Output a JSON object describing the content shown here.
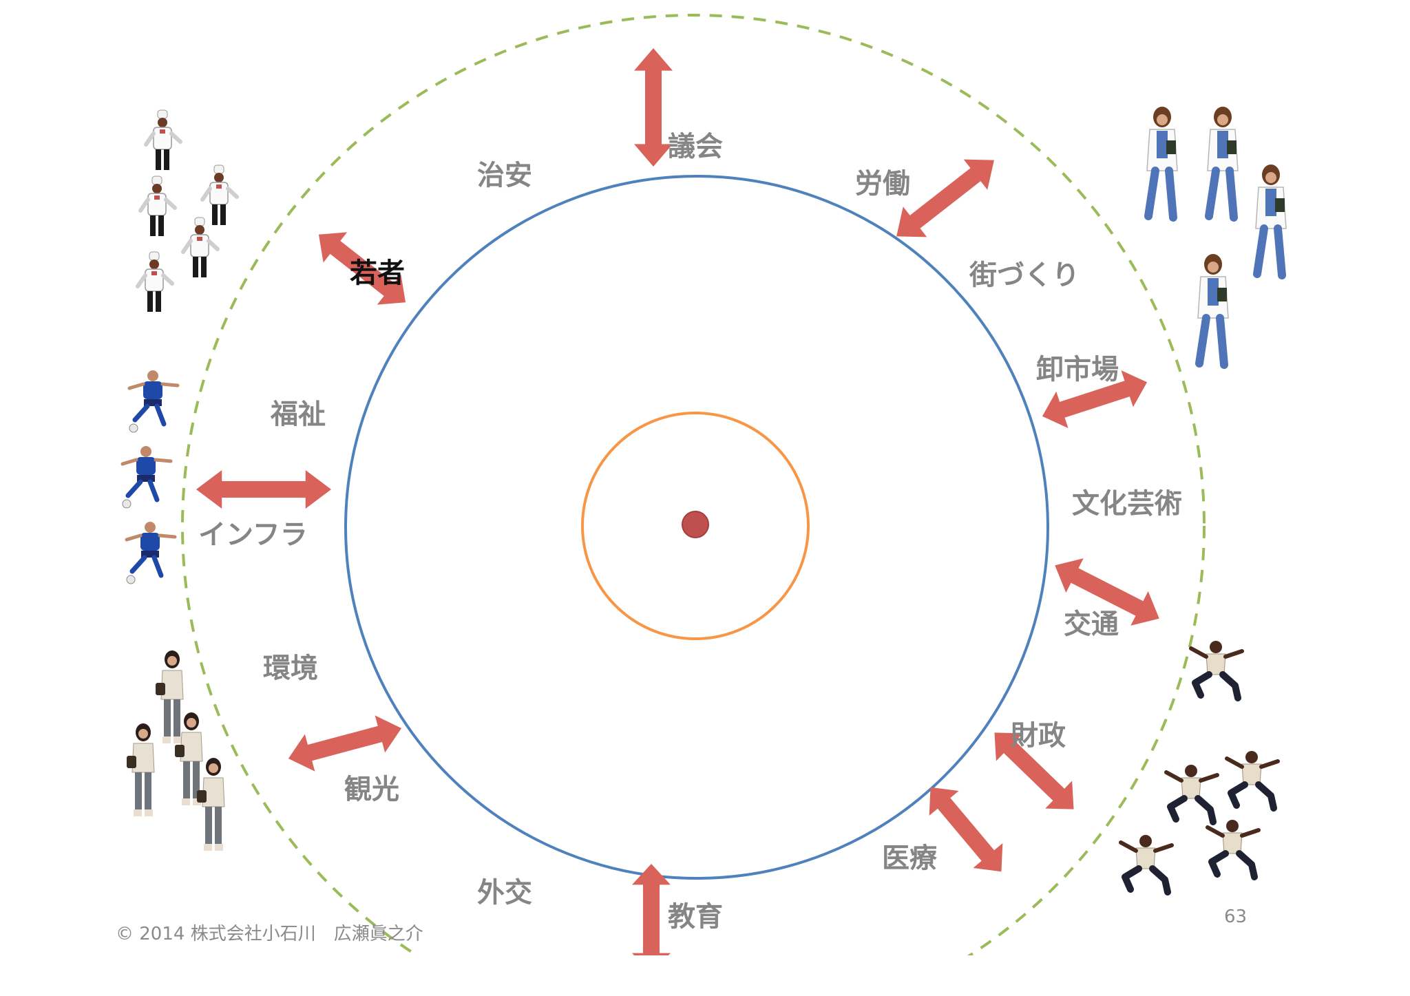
{
  "colors": {
    "outer_ring": "#9bbb59",
    "inner_ring": "#4f81bd",
    "core_ring": "#f79646",
    "center_dot": "#c0504d",
    "arrow": "#d9625a",
    "label": "#858585",
    "label_highlight": "#111111"
  },
  "labels": {
    "gikai": "議会",
    "roudou": "労働",
    "machizukuri": "街づくり",
    "oroshi": "卸市場",
    "bunka": "文化芸術",
    "koutsuu": "交通",
    "zaisei": "財政",
    "iryou": "医療",
    "kyouiku": "教育",
    "gaikou": "外交",
    "kankou": "観光",
    "kankyou": "環境",
    "infura": "インフラ",
    "fukushi": "福祉",
    "wakamono": "若者",
    "chian": "治安"
  },
  "people_groups": [
    {
      "name": "chefs",
      "icon": "chef-figure-icon"
    },
    {
      "name": "soccer-players",
      "icon": "soccer-player-icon"
    },
    {
      "name": "women-shoppers",
      "icon": "woman-figure-icon"
    },
    {
      "name": "doctors",
      "icon": "doctor-figure-icon"
    },
    {
      "name": "jumping-men",
      "icon": "jumping-man-icon"
    }
  ],
  "footer": {
    "copyright": "© 2014 株式会社小石川　広瀬眞之介",
    "page_number": "63"
  }
}
